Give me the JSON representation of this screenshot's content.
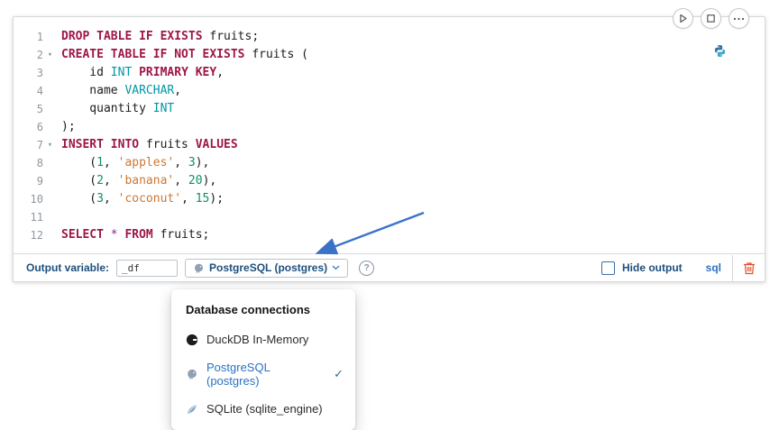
{
  "colors": {
    "keyword": "#9e1648",
    "type": "#0097a7",
    "string": "#cc7832",
    "number": "#0f9160",
    "operator": "#7b2d8b",
    "label_navy": "#1d4f7c",
    "accent_blue": "#2a72c3",
    "trash_red": "#e2502c",
    "arrow_blue": "#3a72c8"
  },
  "editor": {
    "lines": [
      {
        "n": "1",
        "fold": false,
        "tokens": [
          [
            "kw",
            "DROP TABLE IF EXISTS"
          ],
          [
            "pln",
            " fruits;"
          ]
        ]
      },
      {
        "n": "2",
        "fold": true,
        "tokens": [
          [
            "kw",
            "CREATE TABLE IF NOT EXISTS"
          ],
          [
            "pln",
            " fruits ("
          ]
        ]
      },
      {
        "n": "3",
        "fold": false,
        "tokens": [
          [
            "pln",
            "    id "
          ],
          [
            "typ",
            "INT"
          ],
          [
            "pln",
            " "
          ],
          [
            "kw",
            "PRIMARY KEY"
          ],
          [
            "pln",
            ","
          ]
        ]
      },
      {
        "n": "4",
        "fold": false,
        "tokens": [
          [
            "pln",
            "    name "
          ],
          [
            "typ",
            "VARCHAR"
          ],
          [
            "pln",
            ","
          ]
        ]
      },
      {
        "n": "5",
        "fold": false,
        "tokens": [
          [
            "pln",
            "    quantity "
          ],
          [
            "typ",
            "INT"
          ]
        ]
      },
      {
        "n": "6",
        "fold": false,
        "tokens": [
          [
            "pln",
            ");"
          ]
        ]
      },
      {
        "n": "7",
        "fold": true,
        "tokens": [
          [
            "kw",
            "INSERT INTO"
          ],
          [
            "pln",
            " fruits "
          ],
          [
            "kw",
            "VALUES"
          ]
        ]
      },
      {
        "n": "8",
        "fold": false,
        "tokens": [
          [
            "pln",
            "    ("
          ],
          [
            "num",
            "1"
          ],
          [
            "pln",
            ", "
          ],
          [
            "str",
            "'apples'"
          ],
          [
            "pln",
            ", "
          ],
          [
            "num",
            "3"
          ],
          [
            "pln",
            "),"
          ]
        ]
      },
      {
        "n": "9",
        "fold": false,
        "tokens": [
          [
            "pln",
            "    ("
          ],
          [
            "num",
            "2"
          ],
          [
            "pln",
            ", "
          ],
          [
            "str",
            "'banana'"
          ],
          [
            "pln",
            ", "
          ],
          [
            "num",
            "20"
          ],
          [
            "pln",
            "),"
          ]
        ]
      },
      {
        "n": "10",
        "fold": false,
        "tokens": [
          [
            "pln",
            "    ("
          ],
          [
            "num",
            "3"
          ],
          [
            "pln",
            ", "
          ],
          [
            "str",
            "'coconut'"
          ],
          [
            "pln",
            ", "
          ],
          [
            "num",
            "15"
          ],
          [
            "pln",
            ");"
          ]
        ]
      },
      {
        "n": "11",
        "fold": false,
        "tokens": []
      },
      {
        "n": "12",
        "fold": false,
        "tokens": [
          [
            "kw",
            "SELECT"
          ],
          [
            "pln",
            " "
          ],
          [
            "op",
            "*"
          ],
          [
            "pln",
            " "
          ],
          [
            "kw",
            "FROM"
          ],
          [
            "pln",
            " fruits;"
          ]
        ]
      }
    ]
  },
  "toolbar": {
    "output_variable_label": "Output variable:",
    "output_variable_value": "_df",
    "connection_label": "PostgreSQL (postgres)",
    "hide_output_label": "Hide output",
    "language_label": "sql"
  },
  "menu": {
    "title": "Database connections",
    "check_glyph": "✓",
    "items": [
      {
        "label": "DuckDB In-Memory",
        "icon": "duckdb-icon",
        "selected": false
      },
      {
        "label": "PostgreSQL (postgres)",
        "icon": "postgresql-icon",
        "selected": true
      },
      {
        "label": "SQLite (sqlite_engine)",
        "icon": "sqlite-icon",
        "selected": false
      }
    ]
  }
}
